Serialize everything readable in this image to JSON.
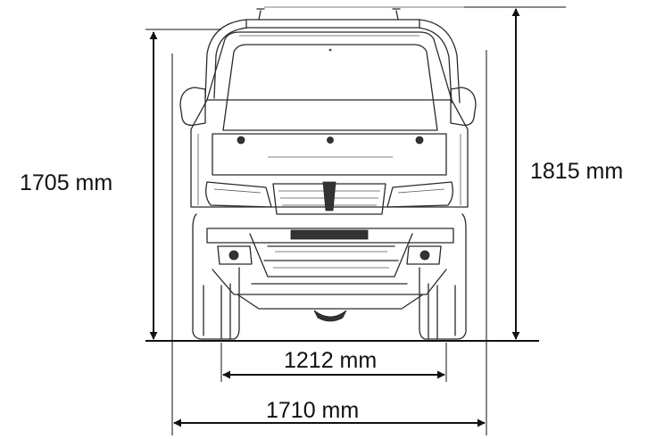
{
  "dimensions": {
    "height_left": "1705 mm",
    "height_right": "1815 mm",
    "track_width": "1212 mm",
    "overall_width": "1710 mm"
  },
  "colors": {
    "line": "#111111",
    "vehicle_stroke": "#2a2a2a"
  }
}
